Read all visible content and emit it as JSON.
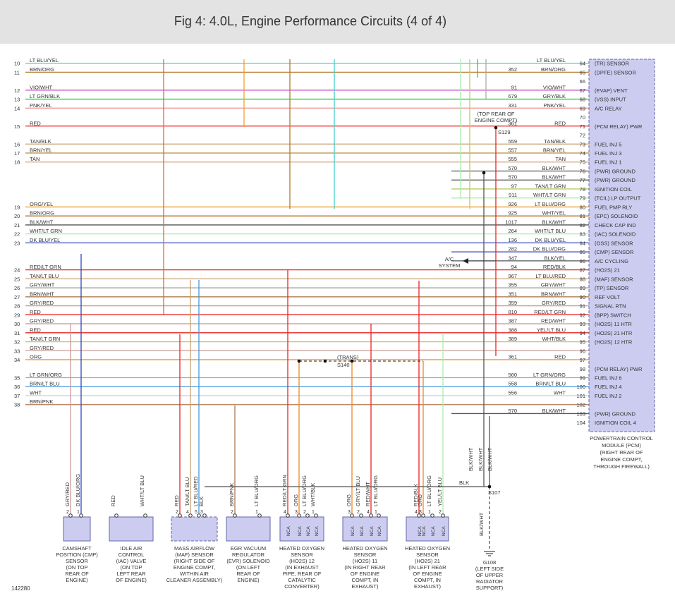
{
  "title": "Fig 4: 4.0L, Engine Performance Circuits (4 of 4)",
  "figure_id": "142280",
  "wires": [
    {
      "row": "10",
      "left": "LT BLU/YEL",
      "pin": "64",
      "circuit": "",
      "right": "LT BLU/YEL",
      "func": "(TR) SENSOR",
      "color": "#44d0c8"
    },
    {
      "row": "11",
      "left": "BRN/ORG",
      "pin": "65",
      "circuit": "352",
      "right": "BRN/ORG",
      "func": "(DPFE) SENSOR",
      "color": "#b47a2c"
    },
    {
      "row": "",
      "left": "",
      "pin": "66",
      "circuit": "",
      "right": "",
      "func": "",
      "color": ""
    },
    {
      "row": "12",
      "left": "VIO/WHT",
      "pin": "67",
      "circuit": "91",
      "right": "VIO/WHT",
      "func": "(EVAP) VENT",
      "color": "#cc55cc"
    },
    {
      "row": "13",
      "left": "LT GRN/BLK",
      "pin": "68",
      "circuit": "679",
      "right": "GRY/BLK",
      "func": "(VSS) INPUT",
      "color": "#33cc33"
    },
    {
      "row": "14",
      "left": "PNK/YEL",
      "pin": "69",
      "circuit": "331",
      "right": "PNK/YEL",
      "func": "A/C RELAY",
      "color": "#ee9999"
    },
    {
      "row": "",
      "left": "",
      "pin": "70",
      "circuit": "",
      "right": "",
      "func": "",
      "color": ""
    },
    {
      "row": "15",
      "left": "RED",
      "pin": "71",
      "circuit": "361",
      "right": "RED",
      "func": "(PCM RELAY) PWR",
      "color": "#ee2222"
    },
    {
      "row": "",
      "left": "",
      "pin": "72",
      "circuit": "",
      "right": "",
      "func": "",
      "color": ""
    },
    {
      "row": "16",
      "left": "TAN/BLK",
      "pin": "73",
      "circuit": "559",
      "right": "TAN/BLK",
      "func": "FUEL INJ 5",
      "color": "#c8a070"
    },
    {
      "row": "17",
      "left": "BRN/YEL",
      "pin": "74",
      "circuit": "557",
      "right": "BRN/YEL",
      "func": "FUEL INJ 3",
      "color": "#b8903a"
    },
    {
      "row": "18",
      "left": "TAN",
      "pin": "75",
      "circuit": "555",
      "right": "TAN",
      "func": "FUEL INJ 1",
      "color": "#d0a870"
    },
    {
      "row": "",
      "left": "",
      "pin": "76",
      "circuit": "570",
      "right": "BLK/WHT",
      "func": "(PWR) GROUND",
      "color": "#555555"
    },
    {
      "row": "",
      "left": "",
      "pin": "77",
      "circuit": "570",
      "right": "BLK/WHT",
      "func": "(PWR) GROUND",
      "color": "#555555"
    },
    {
      "row": "",
      "left": "",
      "pin": "78",
      "circuit": "97",
      "right": "TAN/LT GRN",
      "func": "IGNITION COIL",
      "color": "#bbcc66"
    },
    {
      "row": "",
      "left": "",
      "pin": "79",
      "circuit": "911",
      "right": "WHT/LT GRN",
      "func": "(TCIL) LP OUTPUT",
      "color": "#aaeeaa"
    },
    {
      "row": "19",
      "left": "ORG/YEL",
      "pin": "80",
      "circuit": "926",
      "right": "LT BLU/ORG",
      "func": "FUEL PMP RLY",
      "color": "#eea030"
    },
    {
      "row": "20",
      "left": "BRN/ORG",
      "pin": "81",
      "circuit": "925",
      "right": "WHT/YEL",
      "func": "(EPC) SOLENOID",
      "color": "#b47a2c"
    },
    {
      "row": "21",
      "left": "BLK/WHT",
      "pin": "82",
      "circuit": "1017",
      "right": "BLK/WHT",
      "func": "CHECK CAP IND",
      "color": "#555555"
    },
    {
      "row": "22",
      "left": "WHT/LT GRN",
      "pin": "83",
      "circuit": "264",
      "right": "WHT/LT BLU",
      "func": "(IAC) SOLENOID",
      "color": "#aaeeaa"
    },
    {
      "row": "23",
      "left": "DK BLU/YEL",
      "pin": "84",
      "circuit": "136",
      "right": "DK BLU/YEL",
      "func": "(OSS) SENSOR",
      "color": "#3344bb"
    },
    {
      "row": "",
      "left": "",
      "pin": "85",
      "circuit": "282",
      "right": "DK BLU/ORG",
      "func": "(CMP) SENSOR",
      "color": "#3344bb"
    },
    {
      "row": "",
      "left": "",
      "pin": "86",
      "circuit": "347",
      "right": "BLK/YEL",
      "func": "A/C CYCLING",
      "color": "#555555"
    },
    {
      "row": "24",
      "left": "RED/LT GRN",
      "pin": "87",
      "circuit": "94",
      "right": "RED/BLK",
      "func": "(HO2S) 21",
      "color": "#ee2222"
    },
    {
      "row": "25",
      "left": "TAN/LT BLU",
      "pin": "88",
      "circuit": "967",
      "right": "LT BLU/RED",
      "func": "(MAF) SENSOR",
      "color": "#c8a070"
    },
    {
      "row": "26",
      "left": "GRY/WHT",
      "pin": "89",
      "circuit": "355",
      "right": "GRY/WHT",
      "func": "(TP) SENSOR",
      "color": "#999999"
    },
    {
      "row": "27",
      "left": "BRN/WHT",
      "pin": "90",
      "circuit": "351",
      "right": "BRN/WHT",
      "func": "REF VOLT",
      "color": "#a0703a"
    },
    {
      "row": "28",
      "left": "GRY/RED",
      "pin": "91",
      "circuit": "359",
      "right": "GRY/RED",
      "func": "SIGNAL RTN",
      "color": "#cc9999"
    },
    {
      "row": "29",
      "left": "RED",
      "pin": "92",
      "circuit": "810",
      "right": "RED/LT GRN",
      "func": "(BPP) SWITCH",
      "color": "#ee2222"
    },
    {
      "row": "30",
      "left": "GRY/RED",
      "pin": "93",
      "circuit": "387",
      "right": "RED/WHT",
      "func": "(HO2S) 11 HTR",
      "color": "#cc9999"
    },
    {
      "row": "31",
      "left": "RED",
      "pin": "94",
      "circuit": "388",
      "right": "YEL/LT BLU",
      "func": "(HO2S) 21 HTR",
      "color": "#ee2222"
    },
    {
      "row": "32",
      "left": "TAN/LT GRN",
      "pin": "95",
      "circuit": "389",
      "right": "WHT/BLK",
      "func": "(HO2S) 12 HTR",
      "color": "#bbcc66"
    },
    {
      "row": "33",
      "left": "GRY/RED",
      "pin": "96",
      "circuit": "",
      "right": "",
      "func": "",
      "color": "#cc9999"
    },
    {
      "row": "34",
      "left": "ORG",
      "pin": "97",
      "circuit": "361",
      "right": "RED",
      "func": "",
      "color": "#ee8822"
    },
    {
      "row": "",
      "left": "",
      "pin": "98",
      "circuit": "",
      "right": "",
      "func": "(PCM RELAY) PWR",
      "color": ""
    },
    {
      "row": "35",
      "left": "LT GRN/ORG",
      "pin": "99",
      "circuit": "560",
      "right": "LT GRN/ORG",
      "func": "FUEL INJ 6",
      "color": "#66dd44"
    },
    {
      "row": "36",
      "left": "BRN/LT BLU",
      "pin": "100",
      "circuit": "558",
      "right": "BRN/LT BLU",
      "func": "FUEL INJ 4",
      "color": "#4499dd"
    },
    {
      "row": "37",
      "left": "WHT",
      "pin": "101",
      "circuit": "556",
      "right": "WHT",
      "func": "FUEL INJ 2",
      "color": "#cccccc"
    },
    {
      "row": "38",
      "left": "BRN/PNK",
      "pin": "102",
      "circuit": "",
      "right": "",
      "func": "",
      "color": "#b07a55"
    },
    {
      "row": "",
      "left": "",
      "pin": "103",
      "circuit": "570",
      "right": "BLK/WHT",
      "func": "(PWR) GROUND",
      "color": "#555555"
    },
    {
      "row": "",
      "left": "",
      "pin": "104",
      "circuit": "",
      "right": "",
      "func": "IGNITION COIL 4",
      "color": ""
    }
  ],
  "pcm": {
    "name_lines": [
      "POWERTRAIN CONTROL",
      "MODULE (PCM)",
      "(RIGHT REAR OF",
      "ENGINE COMPT,",
      "THROUGH FIREWALL)"
    ]
  },
  "splices": {
    "s129_label": "S129",
    "s129_note": [
      "(TOP REAR OF",
      "ENGINE COMPT)"
    ],
    "s140_label": "S140",
    "s140_note": "(TRANS)",
    "s107_label": "S107",
    "ac_system": [
      "A/C",
      "SYSTEM"
    ],
    "blk_label": "BLK"
  },
  "components": [
    {
      "name_lines": [
        "CAMSHAFT",
        "POSITION (CMP)",
        "SENSOR",
        "(ON TOP",
        "REAR OF",
        "ENGINE)"
      ],
      "pins": [
        {
          "n": "2",
          "wire": "GRY/RED"
        },
        {
          "n": "1",
          "wire": "DK BLU/ORG"
        }
      ]
    },
    {
      "name_lines": [
        "IDLE AIR",
        "CONTROL",
        "(IAC) VALVE",
        "(ON TOP",
        "LEFT REAR",
        "OF ENGINE)"
      ],
      "pins": [
        {
          "n": "",
          "wire": "RED"
        },
        {
          "n": "",
          "wire": "WHT/LT BLU"
        }
      ]
    },
    {
      "name_lines": [
        "MASS AIRFLOW",
        "(MAF) SENSOR",
        "(RIGHT SIDE OF",
        "ENGINE COMPT,",
        "WITHIN AIR",
        "CLEANER ASSEMBLY)"
      ],
      "pins": [
        {
          "n": "2",
          "wire": "RED"
        },
        {
          "n": "4",
          "wire": "TAN/LT BLU"
        },
        {
          "n": "5",
          "wire": "LT BLU/RED"
        },
        {
          "n": "3",
          "wire": "BLK"
        }
      ]
    },
    {
      "name_lines": [
        "EGR VACUUM",
        "REGULATOR",
        "(EVR) SOLENOID",
        "(ON LEFT",
        "REAR OF",
        "ENGINE)"
      ],
      "pins": [
        {
          "n": "2",
          "wire": "BRN/PNK"
        },
        {
          "n": "1",
          "wire": "LT BLU/ORG"
        }
      ]
    },
    {
      "name_lines": [
        "HEATED OXYGEN",
        "SENSOR",
        "(HO2S) 12",
        "(IN EXHAUST",
        "PIPE, REAR OF",
        "CATALYTIC",
        "CONVERTER)"
      ],
      "pins": [
        {
          "n": "4",
          "wire": "RED/LT GRN"
        },
        {
          "n": "3",
          "wire": "ORG"
        },
        {
          "n": "2",
          "wire": "LT BLU/ORG"
        },
        {
          "n": "1",
          "wire": "WHT/BLK"
        }
      ]
    },
    {
      "name_lines": [
        "HEATED OXYGEN",
        "SENSOR",
        "(HO2S) 11",
        "(IN RIGHT REAR",
        "OF ENGINE",
        "COMPT, IN",
        "EXHAUST)"
      ],
      "pins": [
        {
          "n": "3",
          "wire": "ORG"
        },
        {
          "n": "2",
          "wire": "GRY/LT BLU"
        },
        {
          "n": "4",
          "wire": "RED/WHT"
        },
        {
          "n": "1",
          "wire": "LT BLU/ORG"
        }
      ]
    },
    {
      "name_lines": [
        "HEATED OXYGEN",
        "SENSOR",
        "(HO2S) 21",
        "(IN LEFT REAR",
        "OF ENGINE",
        "COMPT, IN",
        "EXHAUST)"
      ],
      "pins": [
        {
          "n": "4",
          "wire": "RED/BLK"
        },
        {
          "n": "3",
          "wire": "ORG"
        },
        {
          "n": "1",
          "wire": "LT BLU/ORG"
        },
        {
          "n": "2",
          "wire": "YEL/LT BLU"
        }
      ]
    }
  ],
  "ground": {
    "wire_labels": [
      "BLK/WHT",
      "BLK/WHT",
      "BLK/WHT"
    ],
    "down_wire": "BLK/WHT",
    "name_lines": [
      "G108",
      "(LEFT SIDE",
      "OF UPPER",
      "RADIATOR",
      "SUPPORT)"
    ]
  },
  "nca": "NCA"
}
